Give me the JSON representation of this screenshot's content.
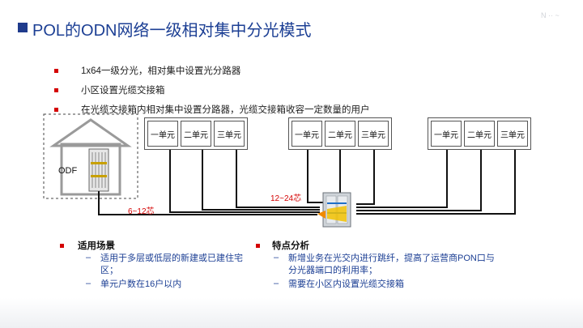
{
  "title": "POL的ODN网络一级相对集中分光模式",
  "bullets": [
    "1x64一级分光，相对集中设置光分路器",
    "小区设置光缆交接箱",
    "在光缆交接箱内相对集中设置分路器，光缆交接箱收容一定数量的用户"
  ],
  "odf_label": "ODF",
  "unit_groups": [
    [
      "一单元",
      "二单元",
      "三单元"
    ],
    [
      "一单元",
      "二单元",
      "三单元"
    ],
    [
      "一单元",
      "二单元",
      "三单元"
    ]
  ],
  "core_labels": {
    "feeder": "6~12芯",
    "distribution": "12~24芯"
  },
  "left_section": {
    "title": "适用场景",
    "items": [
      "适用于多层或低层的新建或已建住宅区；",
      "单元户数在16户以内"
    ]
  },
  "right_section": {
    "title": "特点分析",
    "items": [
      "新增业务在光交内进行跳纤，提高了运营商PON口与分光器端口的利用率；",
      "需要在小区内设置光缆交接箱"
    ]
  },
  "colors": {
    "title": "#1c3f94",
    "accent_red": "#d40000",
    "cable": "#111111"
  }
}
